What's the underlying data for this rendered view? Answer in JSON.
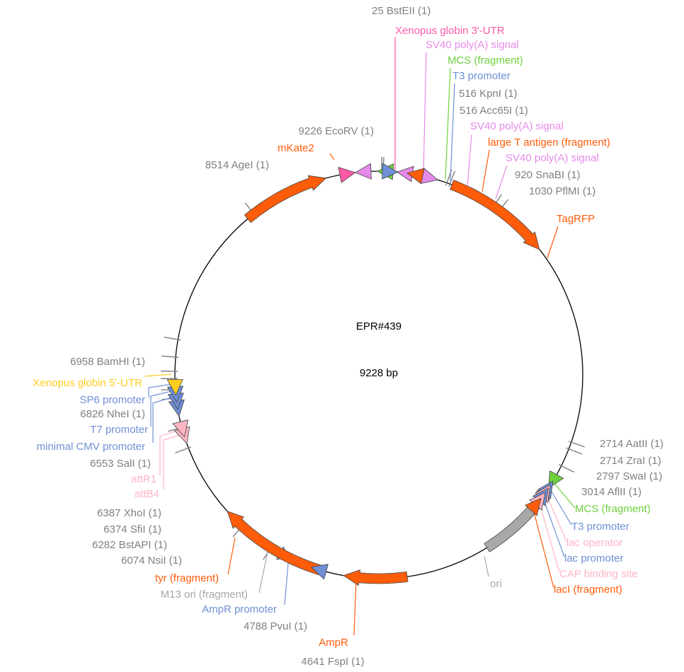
{
  "plasmid": {
    "name": "EPR#439",
    "size_label": "9228 bp"
  },
  "colors": {
    "orange": "#ff5c0a",
    "pink": "#ff5aa8",
    "violet": "#e58ae8",
    "green": "#6fd13f",
    "blue": "#6f8fd6",
    "yellow": "#ffcc1f",
    "gray": "#a8a8a8",
    "light_pink": "#ffb5c4",
    "site": "#808080"
  },
  "features": [
    {
      "name": "mKate2",
      "color": "orange",
      "kind": "arrow"
    },
    {
      "name": "Xenopus globin 3'-UTR",
      "color": "pink",
      "kind": "marker"
    },
    {
      "name": "SV40 poly(A) signal",
      "color": "violet",
      "kind": "marker"
    },
    {
      "name": "MCS (fragment)",
      "color": "green",
      "kind": "marker"
    },
    {
      "name": "T3 promoter",
      "color": "blue",
      "kind": "marker"
    },
    {
      "name": "SV40 poly(A) signal",
      "color": "violet",
      "kind": "marker"
    },
    {
      "name": "large T antigen (fragment)",
      "color": "orange",
      "kind": "marker"
    },
    {
      "name": "SV40 poly(A) signal",
      "color": "violet",
      "kind": "marker"
    },
    {
      "name": "TagRFP",
      "color": "orange",
      "kind": "arrow"
    },
    {
      "name": "MCS (fragment)",
      "color": "green",
      "kind": "marker"
    },
    {
      "name": "T3 promoter",
      "color": "blue",
      "kind": "marker"
    },
    {
      "name": "lac operator",
      "color": "light_pink",
      "kind": "marker"
    },
    {
      "name": "lac promoter",
      "color": "blue",
      "kind": "marker"
    },
    {
      "name": "CAP binding site",
      "color": "light_pink",
      "kind": "marker"
    },
    {
      "name": "lacI (fragment)",
      "color": "orange",
      "kind": "marker"
    },
    {
      "name": "ori",
      "color": "gray",
      "kind": "arrow"
    },
    {
      "name": "AmpR",
      "color": "orange",
      "kind": "arrow"
    },
    {
      "name": "AmpR promoter",
      "color": "blue",
      "kind": "marker"
    },
    {
      "name": "M13 ori (fragment)",
      "color": "gray",
      "kind": "arrow"
    },
    {
      "name": "tyr (fragment)",
      "color": "orange",
      "kind": "arrow"
    },
    {
      "name": "attB4",
      "color": "light_pink",
      "kind": "marker"
    },
    {
      "name": "attR1",
      "color": "light_pink",
      "kind": "marker"
    },
    {
      "name": "minimal CMV promoter",
      "color": "blue",
      "kind": "marker"
    },
    {
      "name": "T7 promoter",
      "color": "blue",
      "kind": "marker"
    },
    {
      "name": "SP6 promoter",
      "color": "blue",
      "kind": "marker"
    },
    {
      "name": "Xenopus globin 5'-UTR",
      "color": "yellow",
      "kind": "marker"
    }
  ],
  "sites": [
    "25 BstEII (1)",
    "516 KpnI (1)",
    "516 Acc65I (1)",
    "920 SnaBI (1)",
    "1030 PflMI (1)",
    "2714 AatII (1)",
    "2714 ZraI (1)",
    "2797 SwaI (1)",
    "3014 AflII (1)",
    "4641 FspI (1)",
    "4788 PvuI (1)",
    "6074 NsiI (1)",
    "6282 BstAPI (1)",
    "6374 SfiI (1)",
    "6387 XhoI (1)",
    "6553 SalI (1)",
    "6826 NheI (1)",
    "6958 BamHI (1)",
    "8514 AgeI (1)",
    "9226 EcoRV (1)"
  ]
}
